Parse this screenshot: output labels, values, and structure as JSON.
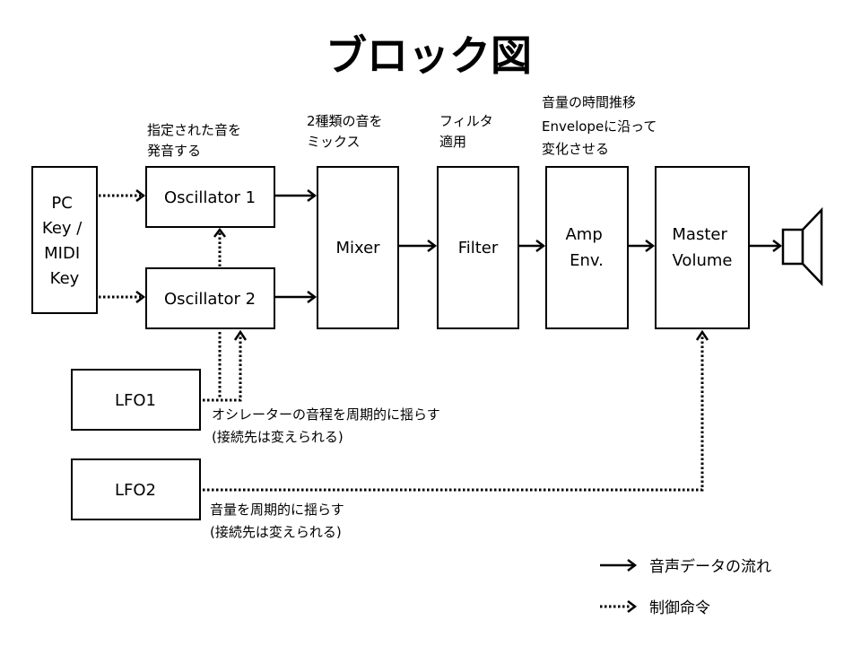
{
  "title": "ブロック図",
  "blocks": {
    "pc_key": [
      "PC",
      "Key /",
      "MIDI",
      "Key"
    ],
    "osc1": "Oscillator 1",
    "osc2": "Oscillator 2",
    "mixer": "Mixer",
    "filter": "Filter",
    "amp": [
      "Amp",
      "Env."
    ],
    "master": [
      "Master",
      "Volume"
    ],
    "lfo1": "LFO1",
    "lfo2": "LFO2"
  },
  "notes": {
    "osc": [
      "指定された音を",
      "発音する"
    ],
    "mixer": [
      "2種類の音を",
      "ミックス"
    ],
    "filter": [
      "フィルタ",
      "適用"
    ],
    "amp": [
      "音量の時間推移",
      "Envelopeに沿って",
      "変化させる"
    ],
    "lfo1": [
      "オシレーターの音程を周期的に揺らす",
      "(接続先は変えられる)"
    ],
    "lfo2": [
      "音量を周期的に揺らす",
      "(接続先は変えられる)"
    ]
  },
  "legend": {
    "solid": "音声データの流れ",
    "dotted": "制御命令"
  },
  "icons": {
    "output": "speaker-icon"
  }
}
